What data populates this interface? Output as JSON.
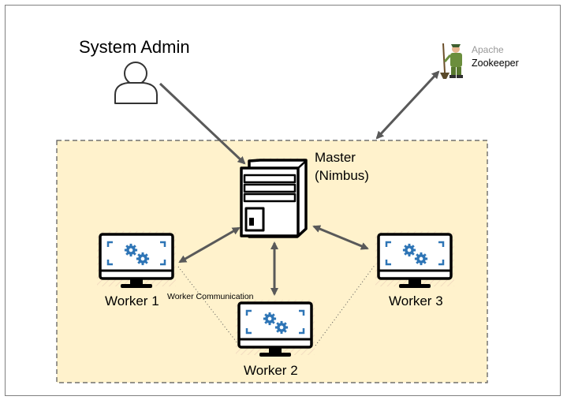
{
  "admin": {
    "label": "System Admin"
  },
  "zookeeper": {
    "line1": "Apache",
    "line2": "Zookeeper"
  },
  "master": {
    "line1": "Master",
    "line2": "(Nimbus)"
  },
  "workers": [
    {
      "label": "Worker 1"
    },
    {
      "label": "Worker 2"
    },
    {
      "label": "Worker 3"
    }
  ],
  "worker_communication": {
    "label": "Worker Communication"
  },
  "colors": {
    "cluster_fill": "#fff2cc",
    "arrow": "#595959",
    "gear": "#2e75b6",
    "zookeeper_gray": "#999999"
  }
}
